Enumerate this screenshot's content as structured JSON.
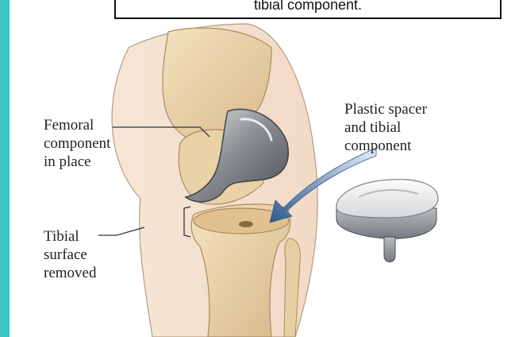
{
  "caption": {
    "text_visible": "tibial component."
  },
  "labels": {
    "femoral": [
      "Femoral",
      "component",
      "in place"
    ],
    "tibial": [
      "Tibial",
      "surface",
      "removed"
    ],
    "spacer": [
      "Plastic spacer",
      "and tibial",
      "component"
    ]
  },
  "colors": {
    "frame": "#3cc6c4",
    "bone": "#efd9b4",
    "metal": "#8d9095",
    "arrow": "#2f5a8f"
  }
}
